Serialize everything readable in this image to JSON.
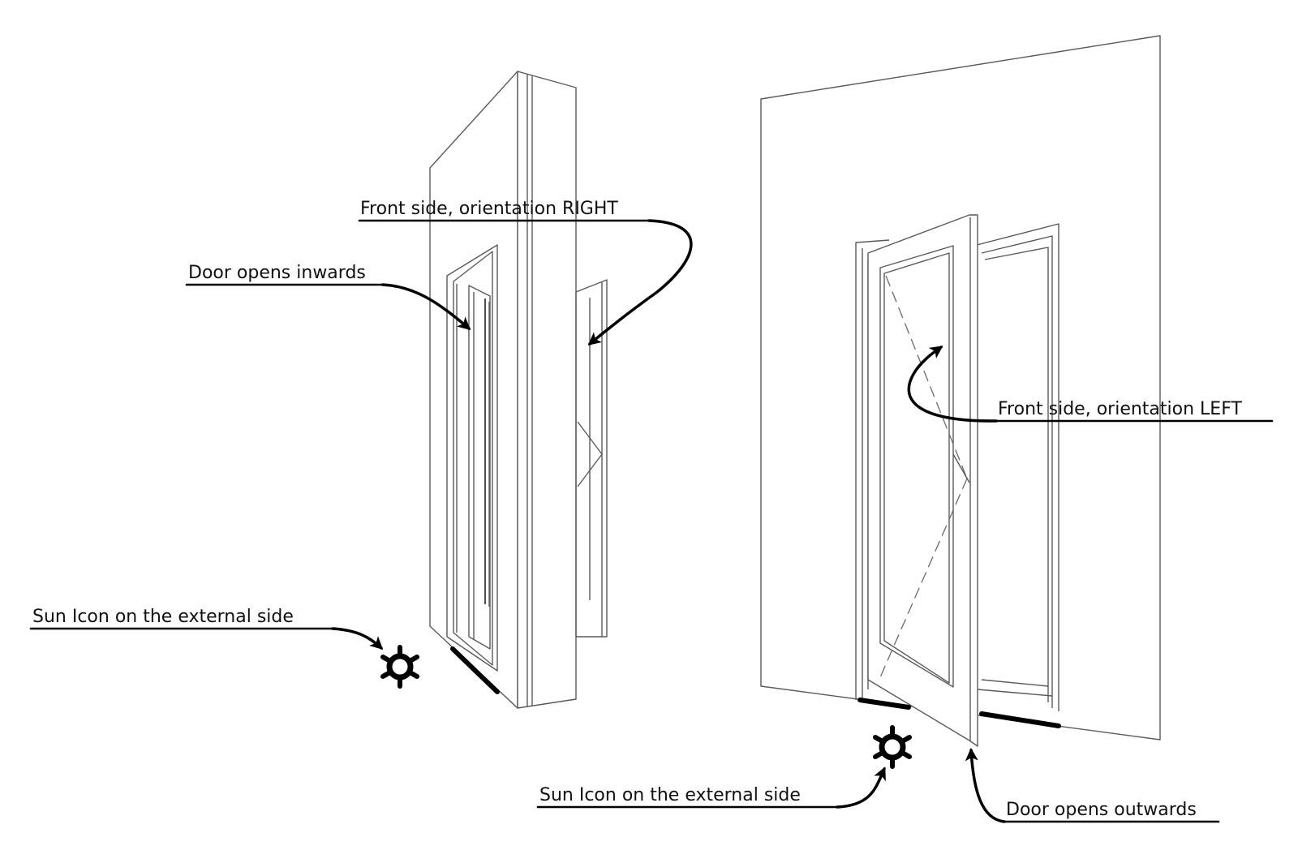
{
  "annotations": {
    "front_right": "Front side, orientation RIGHT",
    "opens_inwards": "Door opens inwards",
    "sun_left": "Sun Icon on the external side",
    "front_left": "Front side, orientation LEFT",
    "sun_right": "Sun Icon on the external side",
    "opens_outwards": "Door opens outwards"
  },
  "icons": {
    "sun": "sun-icon"
  },
  "colors": {
    "ink": "#000000",
    "line": "#5a5a5a"
  }
}
